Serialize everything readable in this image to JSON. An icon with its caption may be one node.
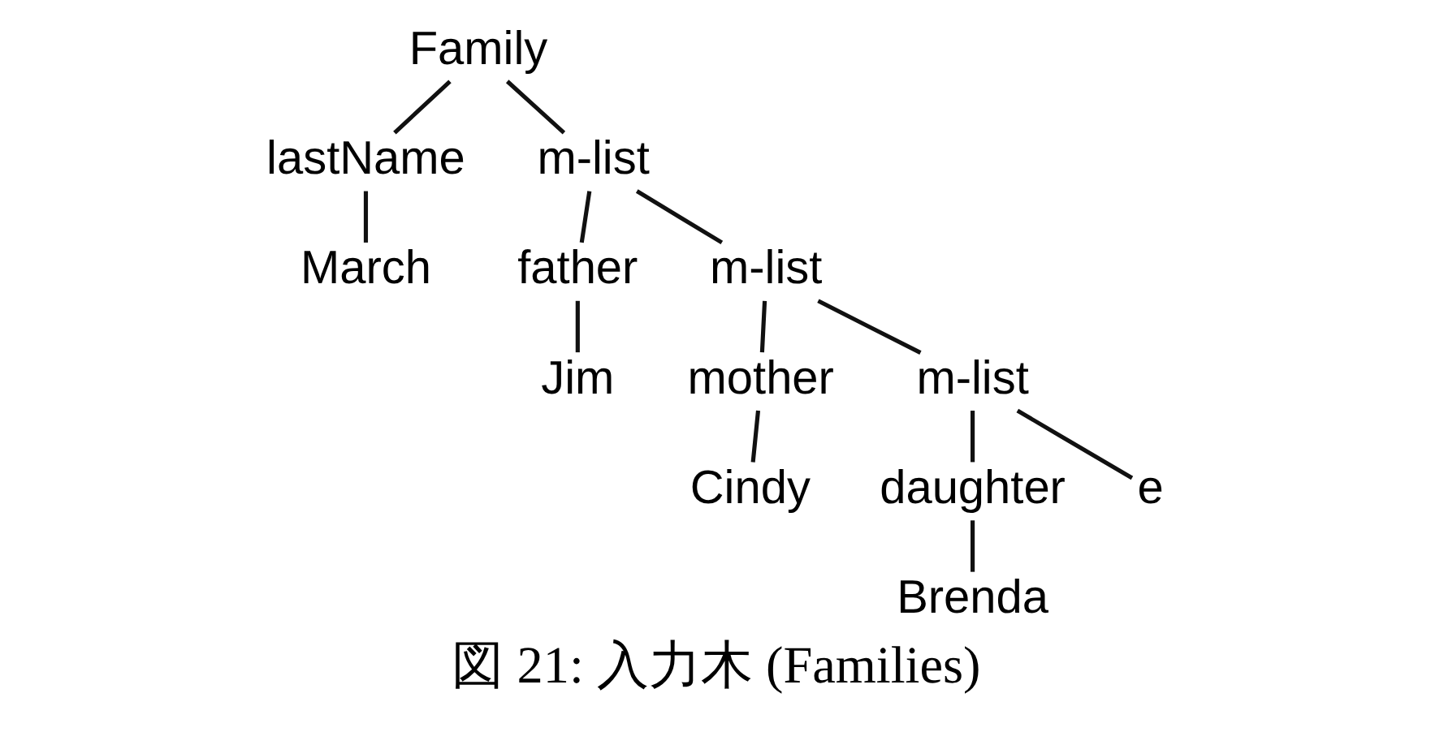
{
  "diagram": {
    "caption": "図 21: 入力木 (Families)",
    "nodes": [
      {
        "text": [
          "Family"
        ]
      },
      {
        "text": [
          "lastName"
        ]
      },
      {
        "text": [
          "m-list"
        ]
      },
      {
        "text": [
          "March"
        ]
      },
      {
        "text": [
          "father"
        ]
      },
      {
        "text": [
          "m-list"
        ]
      },
      {
        "text": [
          "Jim"
        ]
      },
      {
        "text": [
          "mother"
        ]
      },
      {
        "text": [
          "m-list"
        ]
      },
      {
        "text": [
          "Cindy"
        ]
      },
      {
        "text": [
          "daughter"
        ]
      },
      {
        "text": [
          "e"
        ]
      },
      {
        "text": [
          "Brenda"
        ]
      }
    ],
    "edges": [
      {
        "from": 0,
        "to": 1,
        "arrow": "none"
      },
      {
        "from": 0,
        "to": 2,
        "arrow": "none"
      },
      {
        "from": 1,
        "to": 3,
        "arrow": "none"
      },
      {
        "from": 2,
        "to": 4,
        "arrow": "none"
      },
      {
        "from": 2,
        "to": 5,
        "arrow": "none"
      },
      {
        "from": 4,
        "to": 6,
        "arrow": "none"
      },
      {
        "from": 5,
        "to": 7,
        "arrow": "none"
      },
      {
        "from": 5,
        "to": 8,
        "arrow": "none"
      },
      {
        "from": 7,
        "to": 9,
        "arrow": "none"
      },
      {
        "from": 8,
        "to": 10,
        "arrow": "none"
      },
      {
        "from": 8,
        "to": 11,
        "arrow": "none"
      },
      {
        "from": 10,
        "to": 12,
        "arrow": "none"
      }
    ]
  }
}
